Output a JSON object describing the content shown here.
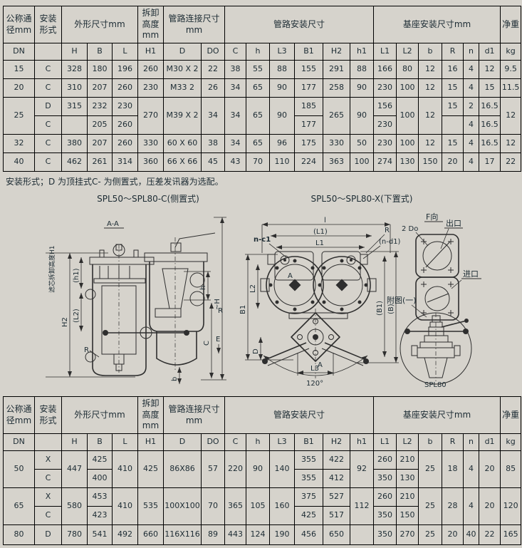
{
  "table_headers": {
    "dn_group": "公称通径mm",
    "mount_group": "安装形式",
    "outline_group": "外形尺寸mm",
    "removal_group": "拆卸高度mm",
    "pipe_conn_group": "管路连接尺寸mm",
    "pipe_mount_group": "管路安装尺寸",
    "base_mount_group": "基座安装尺寸mm",
    "weight_group": "净重",
    "cols": {
      "dn": "DN",
      "h": "H",
      "b": "B",
      "l": "L",
      "h1": "H1",
      "d": "D",
      "d0": "DO",
      "c": "C",
      "hh": "h",
      "l3": "L3",
      "b1": "B1",
      "h2": "H2",
      "hh1": "h1",
      "l1": "L1",
      "l2": "L2",
      "bb": "b",
      "r": "R",
      "n": "n",
      "d1": "d1",
      "kg": "kg"
    }
  },
  "top_table": {
    "rows": [
      [
        "15",
        "C",
        "328",
        "180",
        "196",
        "260",
        "M30 X 2",
        "22",
        "38",
        "55",
        "88",
        "155",
        "291",
        "88",
        "166",
        "80",
        "12",
        "16",
        "4",
        "12",
        "9.5"
      ],
      [
        "20",
        "C",
        "310",
        "207",
        "260",
        "230",
        "M33 2",
        "26",
        "34",
        "65",
        "90",
        "177",
        "258",
        "90",
        "230",
        "100",
        "12",
        "15",
        "4",
        "15",
        "11.5"
      ],
      [
        "25",
        "D",
        "315",
        "232",
        "230",
        "270",
        "M39 X 2",
        "34",
        "34",
        "65",
        "90",
        "185",
        "265",
        "90",
        "156",
        "100",
        "12",
        "15",
        "2",
        "16.5",
        "12"
      ],
      [
        "C",
        "",
        "205",
        "260",
        "177",
        "230",
        "",
        "4",
        "16.5"
      ],
      [
        "32",
        "C",
        "380",
        "207",
        "260",
        "330",
        "60 X 60",
        "38",
        "34",
        "65",
        "96",
        "175",
        "330",
        "50",
        "230",
        "100",
        "12",
        "15",
        "4",
        "16.5",
        "12"
      ],
      [
        "40",
        "C",
        "462",
        "261",
        "314",
        "360",
        "66 X 66",
        "45",
        "43",
        "70",
        "110",
        "224",
        "363",
        "100",
        "274",
        "130",
        "150",
        "20",
        "4",
        "17",
        "22"
      ]
    ]
  },
  "note": "安装形式；D 为顶挂式C- 为侧置式，压差发讯器为选配。",
  "captions": {
    "left": "SPL50～SPL80-C(侧置式)",
    "right": "SPL50～SPL80-X(下置式)"
  },
  "drawing": {
    "aa": "A-A",
    "removal": "滤芯拆卸高度H1",
    "h2": "H2",
    "h1p": "(h1)",
    "l2p": "(L2)",
    "r": "R",
    "e": "E",
    "h": "h",
    "happ": "~H",
    "c": "C",
    "b": "b",
    "l": "l",
    "l1p": "(L1)",
    "l1": "L1",
    "ncl": "n-c1",
    "nd1": "(n-d1)",
    "l2": "L2",
    "b1": "B1",
    "b1p": "(B1)",
    "bp": "(B)",
    "d": "D",
    "a": "A",
    "l3": "L3",
    "angle": "120°",
    "fview": "F向",
    "twodo": "2 Do",
    "outlet": "出口",
    "inlet": "进口",
    "detail": "附图(一)",
    "model": "SPL80"
  },
  "bottom_table": {
    "rows": [
      [
        "50",
        "X",
        "447",
        "425",
        "410",
        "425",
        "86X86",
        "57",
        "220",
        "90",
        "140",
        "355",
        "422",
        "92",
        "260",
        "210",
        "25",
        "18",
        "4",
        "20",
        "85"
      ],
      [
        "C",
        "400",
        "355",
        "412",
        "350",
        "130"
      ],
      [
        "65",
        "X",
        "580",
        "453",
        "410",
        "535",
        "100X100",
        "70",
        "365",
        "105",
        "160",
        "375",
        "527",
        "112",
        "260",
        "210",
        "25",
        "28",
        "4",
        "20",
        "120"
      ],
      [
        "C",
        "423",
        "425",
        "517",
        "350",
        "150"
      ],
      [
        "80",
        "D",
        "780",
        "541",
        "492",
        "660",
        "116X116",
        "89",
        "443",
        "124",
        "190",
        "456",
        "650",
        "",
        "350",
        "270",
        "25",
        "20",
        "40",
        "22",
        "165"
      ]
    ]
  }
}
